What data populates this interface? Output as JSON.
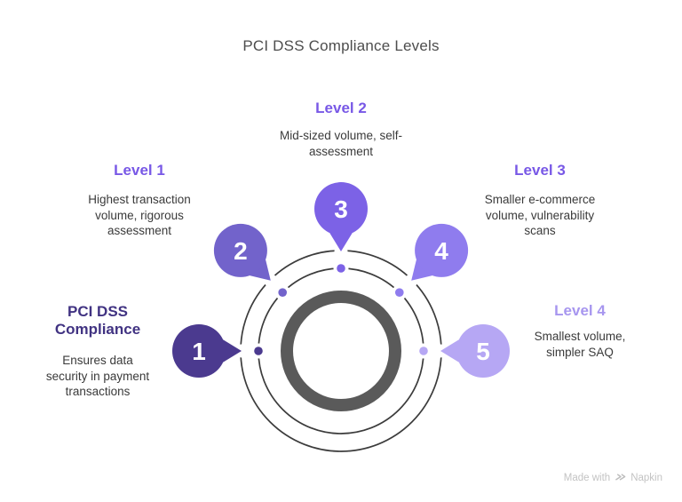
{
  "title": "PCI DSS Compliance Levels",
  "items": [
    {
      "number": "1",
      "heading": "PCI DSS Compliance",
      "description": "Ensures data security in payment transactions",
      "bubble_color": "#4B3A8F",
      "heading_color": "#413382"
    },
    {
      "number": "2",
      "heading": "Level 1",
      "description": "Highest transaction volume, rigorous assessment",
      "bubble_color": "#7263CB",
      "heading_color": "#7858E6"
    },
    {
      "number": "3",
      "heading": "Level 2",
      "description": "Mid-sized volume, self-assessment",
      "bubble_color": "#7C62E6",
      "heading_color": "#7858E6"
    },
    {
      "number": "4",
      "heading": "Level 3",
      "description": "Smaller e-commerce volume, vulnerability scans",
      "bubble_color": "#8F7CEE",
      "heading_color": "#7858E6"
    },
    {
      "number": "5",
      "heading": "Level 4",
      "description": "Smallest volume, simpler SAQ",
      "bubble_color": "#B6A7F4",
      "heading_color": "#A796EF"
    }
  ],
  "diagram": {
    "circle_color": "#3C3C3C",
    "ring_color": "#5A5A5A"
  },
  "footer": {
    "made_with": "Made with",
    "brand": "Napkin"
  }
}
